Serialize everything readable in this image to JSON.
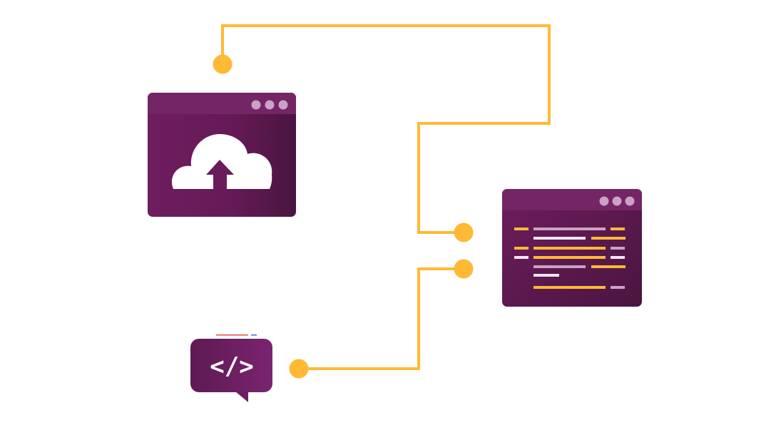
{
  "colors": {
    "connector": "#FFB935",
    "window_dark": "#4B1640",
    "window_mid": "#6A1B5A",
    "window_bar": "#7A2A6E",
    "window_dot": "#C9A2C4",
    "code_line_orange": "#FFB935",
    "code_line_light": "#E9D6E6",
    "code_line_white": "#FFFFFF",
    "cloud": "#FFFFFF"
  },
  "nodes": [
    {
      "name": "upload-window",
      "icon": "cloud-upload-icon"
    },
    {
      "name": "code-editor-window",
      "icon": "code-lines-icon"
    },
    {
      "name": "code-speech-bubble",
      "icon": "code-tag-icon"
    }
  ],
  "code_bubble": {
    "text": "</>"
  },
  "connections": [
    {
      "from": "upload-window",
      "to": "code-editor-window"
    },
    {
      "from": "code-speech-bubble",
      "to": "code-editor-window"
    }
  ]
}
